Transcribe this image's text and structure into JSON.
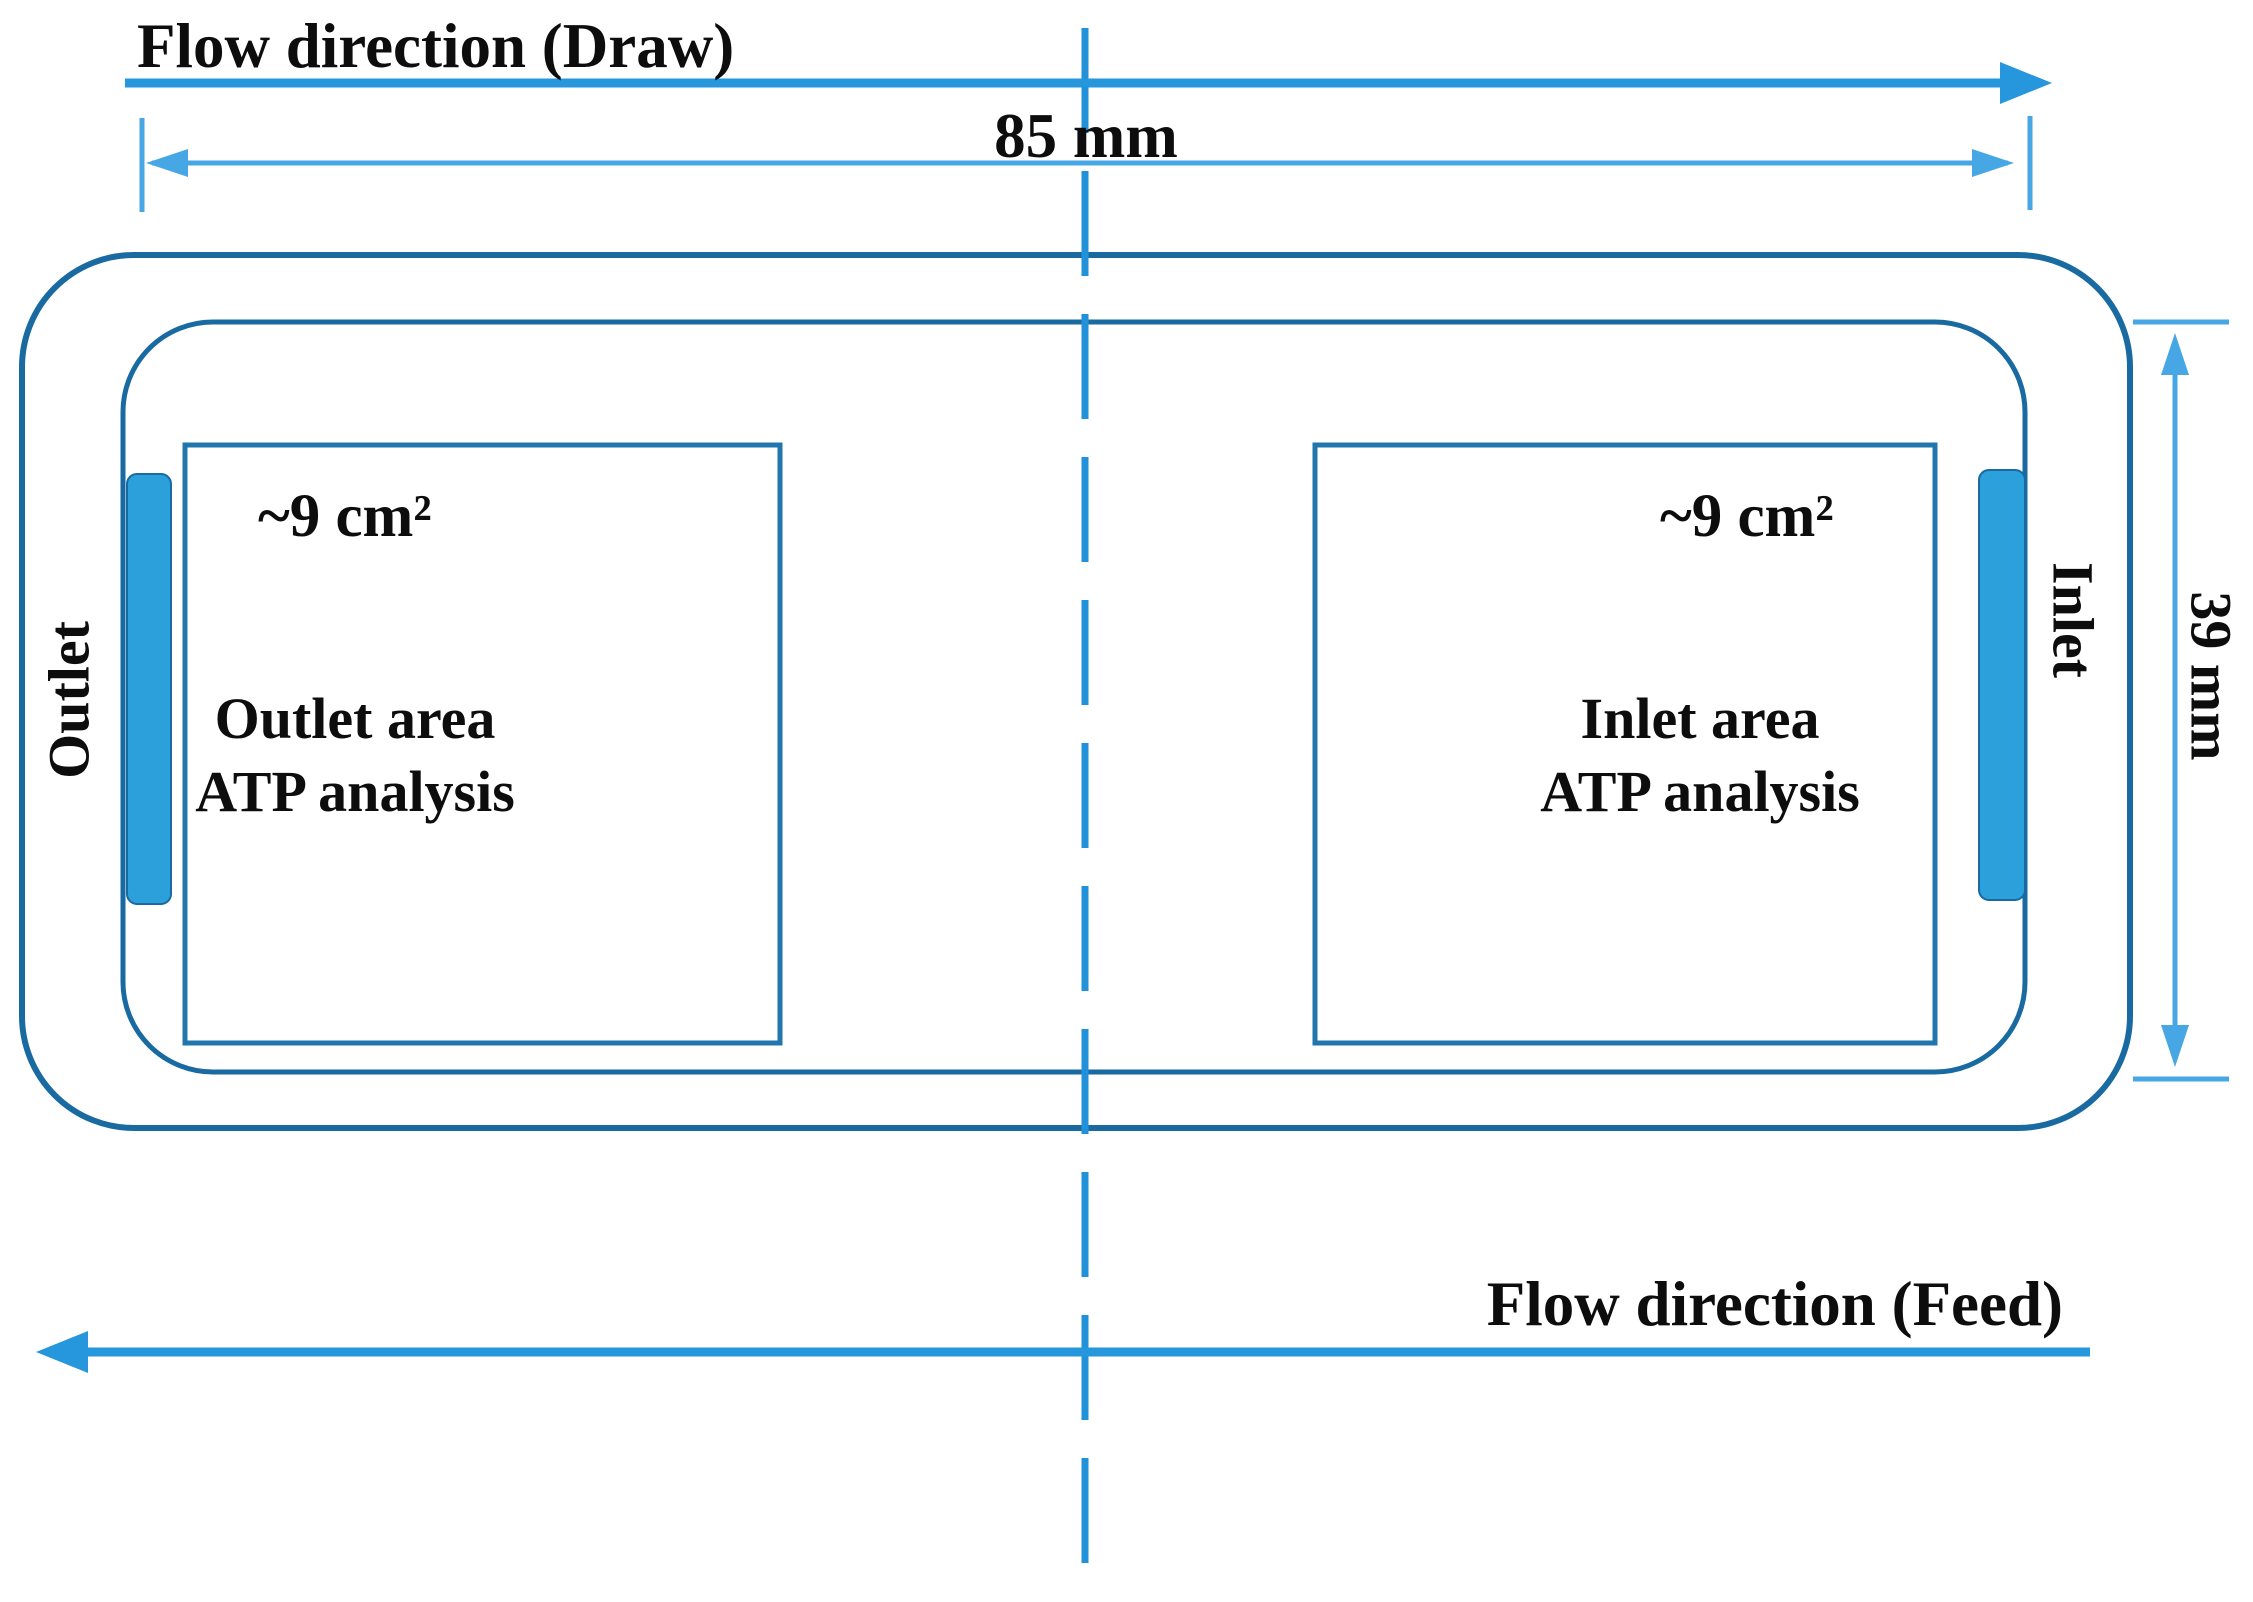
{
  "titles": {
    "draw_flow": "Flow direction (Draw)",
    "feed_flow": "Flow direction (Feed)"
  },
  "dimensions": {
    "width_label": "85 mm",
    "height_label": "39 mm"
  },
  "ports": {
    "outlet_label": "Outlet",
    "inlet_label": "Inlet"
  },
  "outlet_zone": {
    "area_label": "~9 cm²",
    "line1": "Outlet area",
    "line2": "ATP analysis"
  },
  "inlet_zone": {
    "area_label": "~9 cm²",
    "line1": "Inlet area",
    "line2": "ATP analysis"
  },
  "colors": {
    "housing_outline": "#1a6aa2",
    "sample_box_outline": "#2176ad",
    "port_bar_fill": "#2ba0da",
    "flow_arrow": "#2697dc",
    "dimension_line": "#47a7e4",
    "center_line": "#2191d9",
    "text": "#0d0d0d"
  }
}
